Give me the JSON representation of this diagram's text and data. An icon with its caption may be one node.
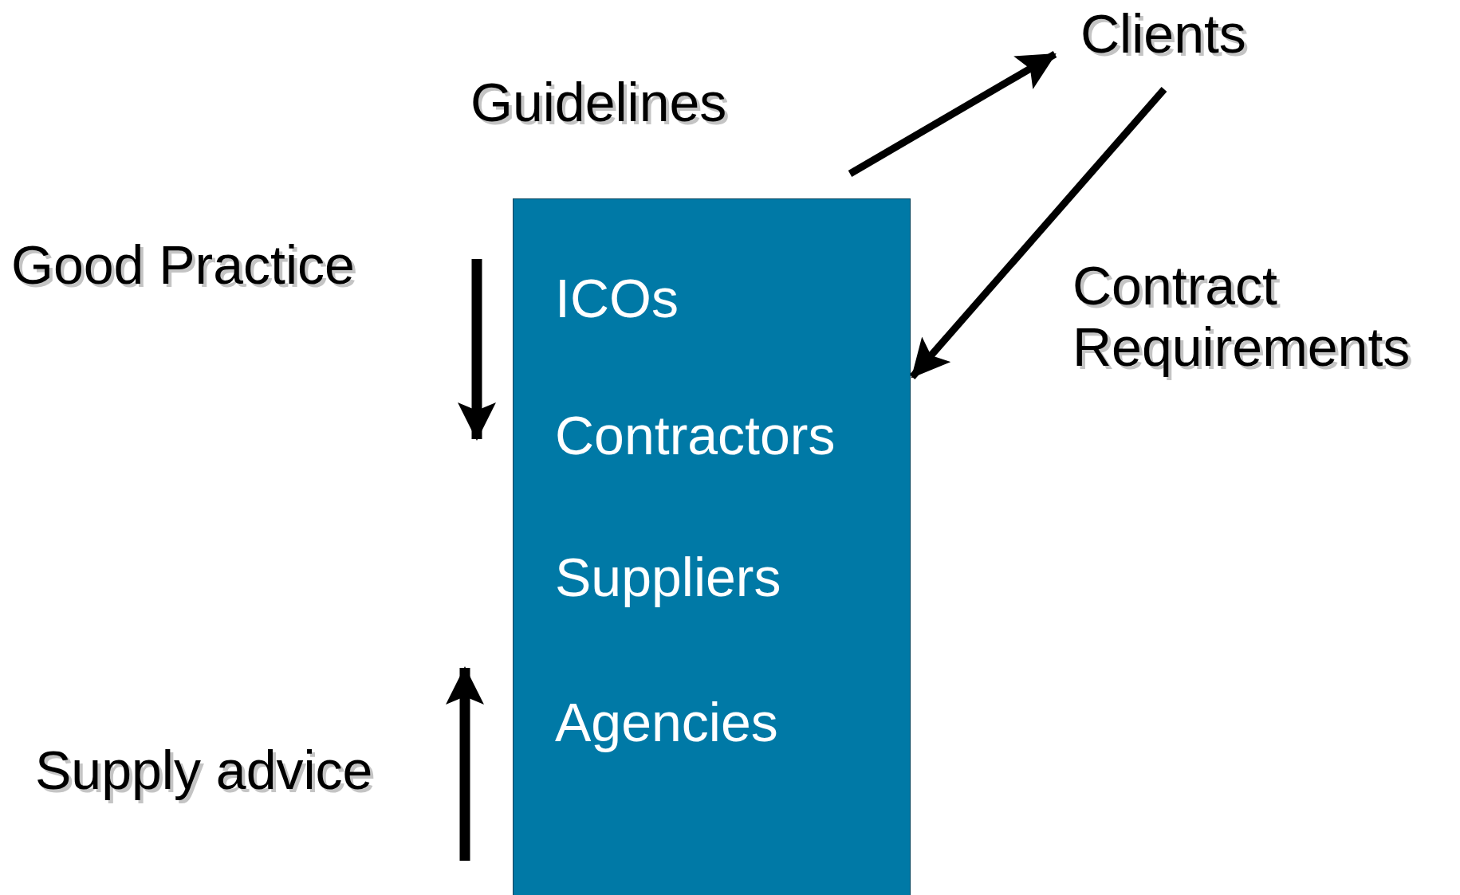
{
  "diagram": {
    "nodes": [
      {
        "text": [
          "ICOs",
          "Contractors",
          "Suppliers",
          "Agencies"
        ]
      },
      {
        "text": [
          "Clients"
        ]
      }
    ],
    "edges": [
      {
        "from": 0,
        "to": 1,
        "arrow": "to",
        "label": "Guidelines"
      },
      {
        "from": 1,
        "to": 0,
        "arrow": "to",
        "label": "Contract Requirements"
      }
    ],
    "labels": [
      "Good Practice",
      "Supply advice"
    ]
  }
}
